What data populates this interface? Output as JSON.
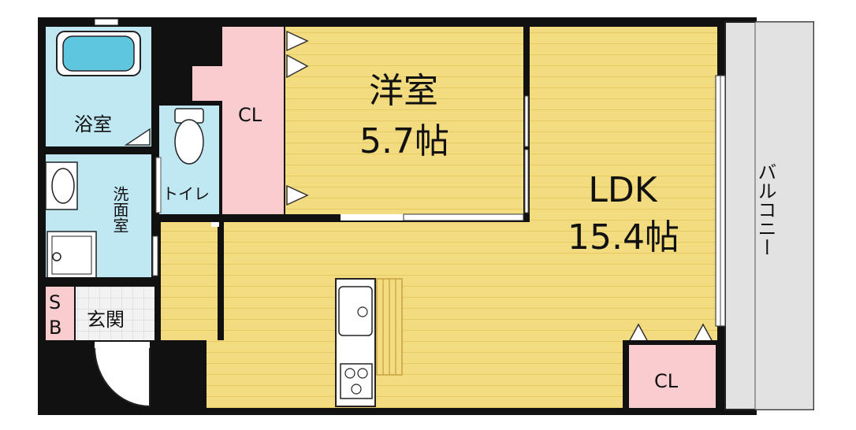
{
  "rooms": {
    "western": {
      "name": "洋室",
      "size": "5.7帖"
    },
    "ldk": {
      "name": "LDK",
      "size": "15.4帖"
    },
    "bath": "浴室",
    "washroom": "洗面室",
    "toilet": "トイレ",
    "entrance": "玄関",
    "closet_top": "CL",
    "closet_bottom": "CL",
    "shoe_box_s": "S",
    "shoe_box_b": "B",
    "balcony": "バルコニー"
  },
  "colors": {
    "wall": "#111111",
    "wood_floor": "#f3dc80",
    "wet_area": "#bfe8f3",
    "closet": "#f9cdd0",
    "balcony": "#e2e2e2",
    "tile": "#f0f0f0"
  }
}
